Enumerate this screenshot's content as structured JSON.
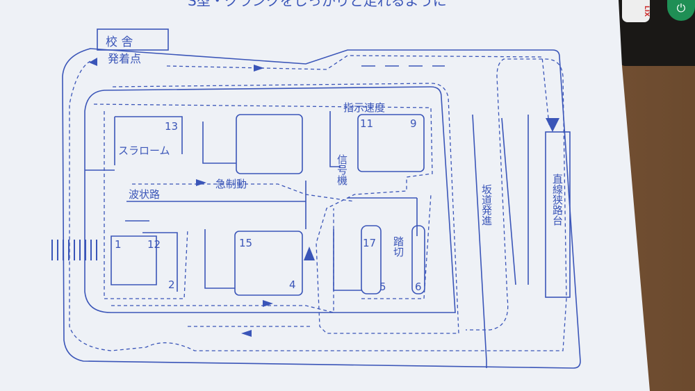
{
  "header_text": "S型・クランクをしっかりと走れるように",
  "remote": {
    "logo_text": "LIX",
    "power_icon": "power-icon"
  },
  "map": {
    "school_building": "校 舎",
    "start_point": "発着点",
    "speed_instruction": "指示速度",
    "slalom": "スラローム",
    "signal": "信号機",
    "emergency_brake": "急制動",
    "wavy_road": "波状路",
    "hill_start": "坂道発進",
    "narrow_straight": "直線狭路台",
    "railroad_crossing": "踏切",
    "points": [
      "13",
      "11",
      "9",
      "1",
      "12",
      "2",
      "15",
      "4",
      "17",
      "5",
      "6"
    ]
  },
  "colors": {
    "line": "#3a55b8",
    "paper": "#eef1f6"
  }
}
